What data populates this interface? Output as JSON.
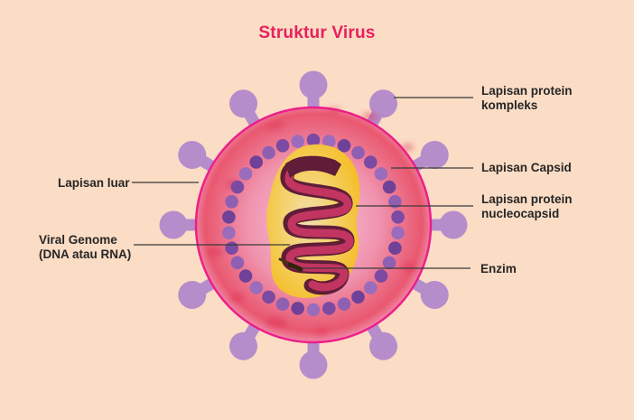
{
  "title": "Struktur Virus",
  "labels": {
    "protein_kompleks": "Lapisan protein kompleks",
    "capsid": "Lapisan Capsid",
    "protein_nucleocapsid": "Lapisan protein nucleocapsid",
    "enzim": "Enzim",
    "lapisan_luar": "Lapisan luar",
    "viral_genome_line1": "Viral Genome",
    "viral_genome_line2": "(DNA atau RNA)"
  },
  "colors": {
    "background": "#fbdcc5",
    "title": "#e81f5c",
    "label_text": "#262626",
    "line": "#3a3a3a",
    "membrane_border": "#ec1f8b",
    "spike": "#b58dcb",
    "capsid_dot": "#7b4aa3",
    "nucleocapsid": "#f5bd27",
    "genome": "#c23560"
  }
}
